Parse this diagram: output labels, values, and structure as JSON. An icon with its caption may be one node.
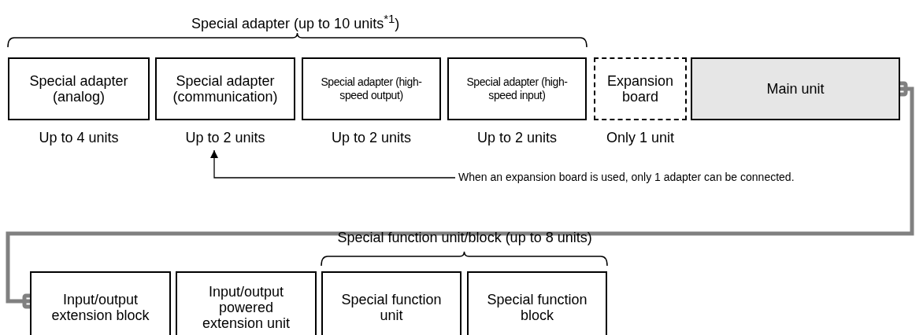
{
  "diagram": {
    "nodes": [
      {
        "text": [
          "Special adapter (analog)"
        ],
        "beside": [
          "Up to 4 units"
        ]
      },
      {
        "text": [
          "Special adapter (communication)"
        ],
        "beside": [
          "Up to 2 units"
        ]
      },
      {
        "text": [
          "Special adapter (high-speed output)"
        ],
        "beside": [
          "Up to 2 units"
        ]
      },
      {
        "text": [
          "Special adapter (high-speed input)"
        ],
        "beside": [
          "Up to 2 units"
        ]
      },
      {
        "text": [
          "Expansion board"
        ],
        "beside": [
          "Only 1 unit"
        ]
      },
      {
        "text": [
          "Main unit"
        ]
      },
      {
        "text": [
          "When an expansion board is used, only 1 adapter can be connected."
        ]
      },
      {
        "text": [
          "Input/output extension block"
        ]
      },
      {
        "text": [
          "Input/output powered extension unit"
        ]
      },
      {
        "text": [
          "Special function unit"
        ]
      },
      {
        "text": [
          "Special function block"
        ]
      }
    ],
    "edges": [
      {
        "from": 5,
        "to": 7,
        "arrow": "other",
        "style": "thick",
        "color": "#808080"
      },
      {
        "from": 6,
        "to": 1,
        "arrow": "to",
        "color": "#000000"
      }
    ],
    "labels": [
      "Special adapter (up to 10 units$^{*1}$)",
      "Special function unit/block (up to 8 units)"
    ]
  }
}
